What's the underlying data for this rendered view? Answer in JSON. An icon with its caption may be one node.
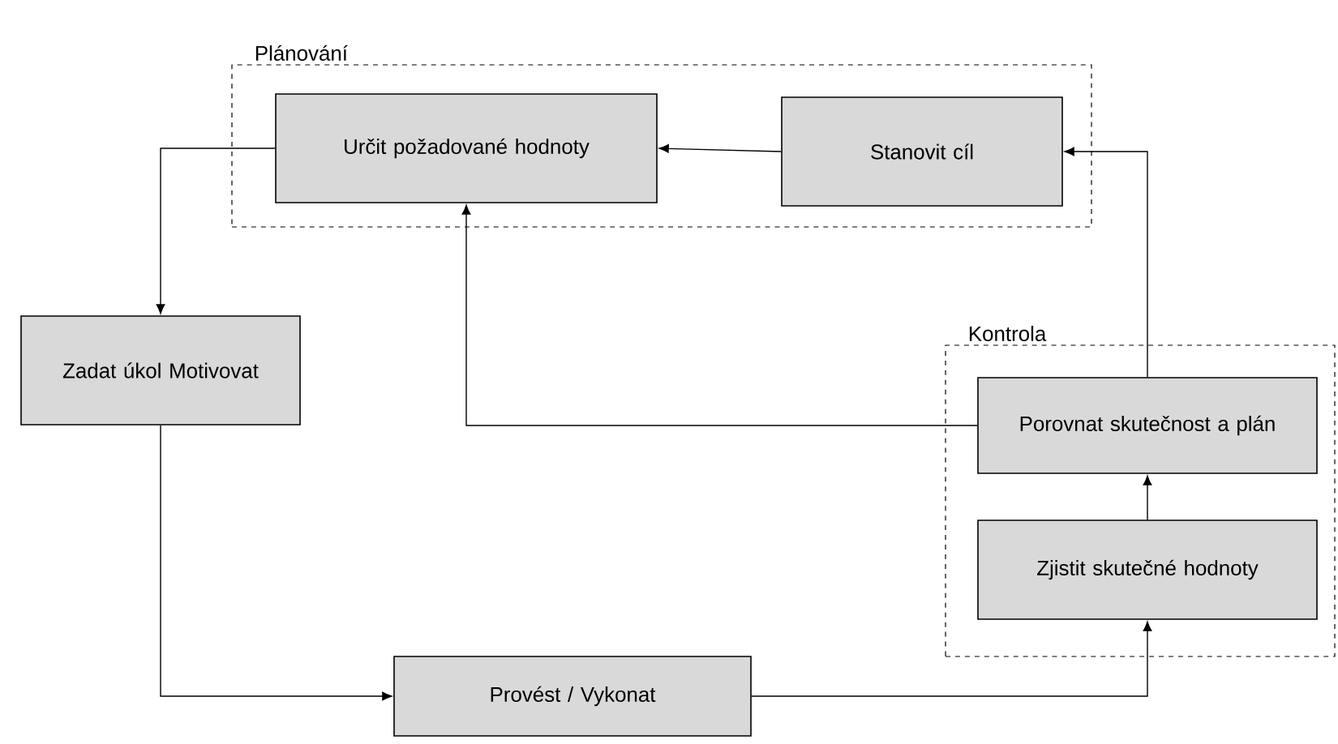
{
  "diagram": {
    "nodes": [
      {
        "text": [
          "Plánování"
        ]
      },
      {
        "text": [
          "Určit požadované hodnoty"
        ],
        "in": 0
      },
      {
        "text": [
          "Stanovit cíl"
        ],
        "in": 0
      },
      {
        "text": [
          "Zadat úkol Motivovat"
        ]
      },
      {
        "text": [
          "Kontrola"
        ]
      },
      {
        "text": [
          "Porovnat skutečnost a plán"
        ],
        "in": 4
      },
      {
        "text": [
          "Zjistit skutečné hodnoty"
        ],
        "in": 4
      },
      {
        "text": [
          "Provést / Vykonat"
        ]
      }
    ],
    "edges": [
      {
        "from": 2,
        "to": 1,
        "arrow": "to"
      },
      {
        "from": 1,
        "to": 3,
        "arrow": "to"
      },
      {
        "from": 3,
        "to": 7,
        "arrow": "to"
      },
      {
        "from": 7,
        "to": 6,
        "arrow": "to"
      },
      {
        "from": 6,
        "to": 5,
        "arrow": "to"
      },
      {
        "from": 5,
        "to": 1,
        "arrow": "to"
      },
      {
        "from": 5,
        "to": 2,
        "arrow": "to"
      }
    ]
  }
}
